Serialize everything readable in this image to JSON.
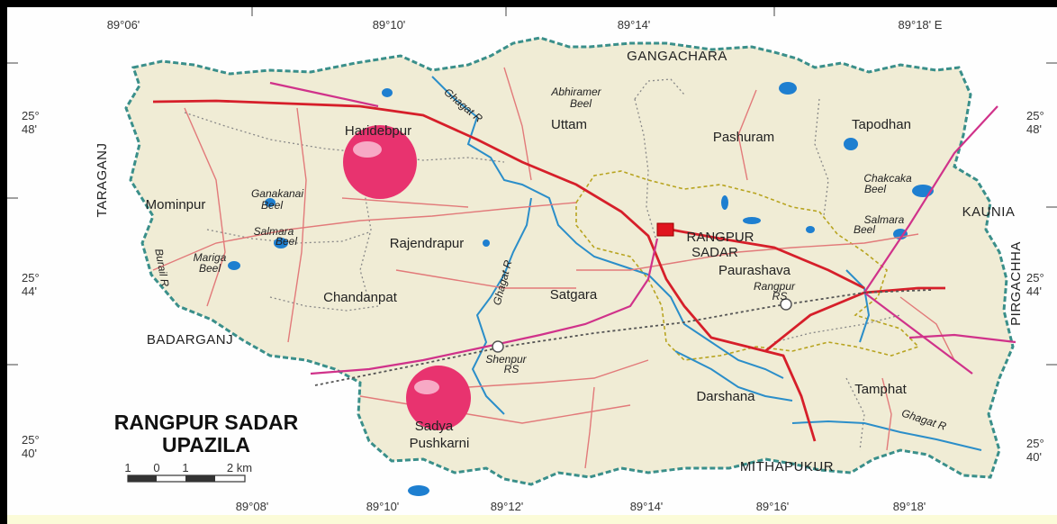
{
  "title_line1": "RANGPUR SADAR",
  "title_line2": "UPAZILA",
  "top_coords": [
    "89°06'",
    "89°10'",
    "89°14'",
    "89°18' E"
  ],
  "bottom_coords": [
    "89°08'",
    "89°10'",
    "89°12'",
    "89°14'",
    "89°16'",
    "89°18'"
  ],
  "left_coords": [
    [
      "25°",
      "48'"
    ],
    [
      "25°",
      "44'"
    ],
    [
      "25°",
      "40'"
    ]
  ],
  "right_coords": [
    [
      "25°",
      "48'"
    ],
    [
      "25°",
      "44'"
    ],
    [
      "25°",
      "40'"
    ]
  ],
  "neighbors": {
    "gangachara": "GANGACHARA",
    "taraganj": "TARAGANJ",
    "badarganj": "BADARGANJ",
    "kaunia": "KAUNIA",
    "pirgachha": "PIRGACHHA",
    "mithapukur": "MITHAPUKUR"
  },
  "unions": {
    "haridebpur": "Haridebpur",
    "uttam": "Uttam",
    "pashuram": "Pashuram",
    "tapodhan": "Tapodhan",
    "mominpur": "Mominpur",
    "rajendrapur": "Rajendrapur",
    "chandanpat": "Chandanpat",
    "satgara": "Satgara",
    "paurashava": "Paurashava",
    "darshana": "Darshana",
    "tamphat": "Tamphat",
    "sadya_1": "Sadya",
    "sadya_2": "Pushkarni"
  },
  "hq": [
    "RANGPUR",
    "SADAR"
  ],
  "water_labels": {
    "abhiramer_1": "Abhiramer",
    "abhiramer_2": "Beel",
    "ghagat_top": "Ghagat R",
    "ghagat_mid": "Ghagat R",
    "ghagat_bottom": "Ghagat R",
    "ganakanai_1": "Ganakanai",
    "ganakanai_2": "Beel",
    "salmara_w_1": "Salmara",
    "salmara_w_2": "Beel",
    "mariga_1": "Mariga",
    "mariga_2": "Beel",
    "chakcaka_1": "Chakcaka",
    "chakcaka_2": "Beel",
    "salmara_e_1": "Salmara",
    "salmara_e_2": "Beel",
    "burail": "Burail R"
  },
  "rail": {
    "rangpur_1": "Rangpur",
    "rangpur_2": "RS",
    "shenpur_1": "Shenpur",
    "shenpur_2": "RS"
  },
  "scale": {
    "ticks": [
      "1",
      "0",
      "1",
      "2 km"
    ]
  }
}
